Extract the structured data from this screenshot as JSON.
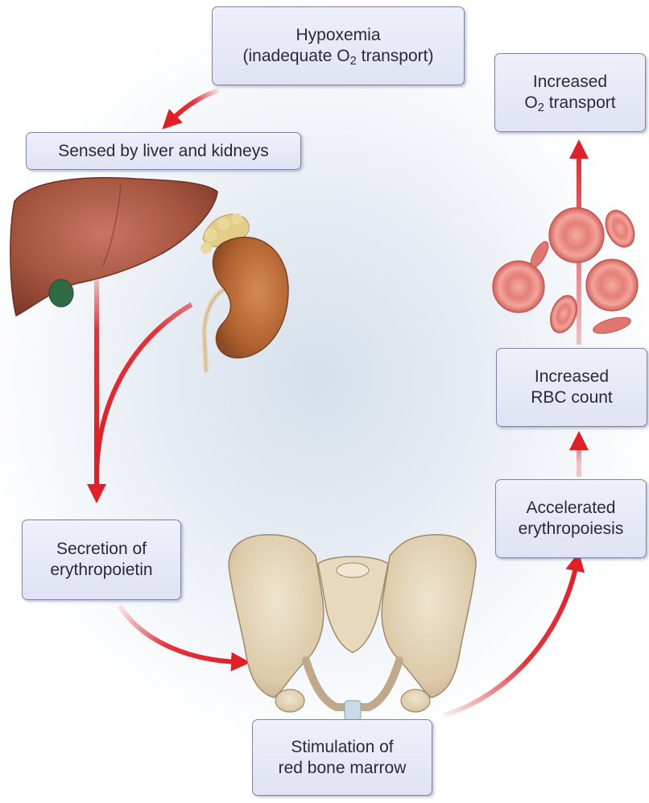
{
  "nodes": {
    "hypoxemia": {
      "line1": "Hypoxemia",
      "line2_pre": "(inadequate O",
      "line2_sub": "2",
      "line2_post": " transport)"
    },
    "sensed": {
      "line1": "Sensed by liver and kidneys"
    },
    "secretion": {
      "line1": "Secretion of",
      "line2": "erythropoietin"
    },
    "stimulation": {
      "line1": "Stimulation of",
      "line2": "red bone marrow"
    },
    "accelerated": {
      "line1": "Accelerated",
      "line2": "erythropoiesis"
    },
    "rbc_count": {
      "line1": "Increased",
      "line2": "RBC count"
    },
    "o2_transport": {
      "line1": "Increased",
      "line2_pre": "O",
      "line2_sub": "2",
      "line2_post": " transport"
    }
  },
  "icons": [
    "liver-icon",
    "kidney-icon",
    "pelvis-icon",
    "red-blood-cells-icon"
  ],
  "colors": {
    "arrow": "#e01f26",
    "box_border": "#7d84a8",
    "box_fill": "#e6e9f6"
  }
}
